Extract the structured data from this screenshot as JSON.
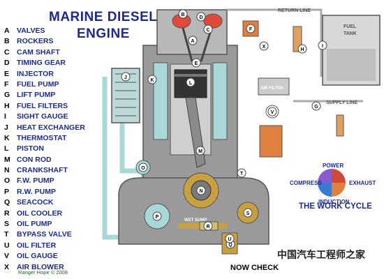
{
  "title_line1": "MARINE DIESEL",
  "title_line2": "ENGINE",
  "legend": [
    {
      "key": "A",
      "label": "VALVES"
    },
    {
      "key": "B",
      "label": "ROCKERS"
    },
    {
      "key": "C",
      "label": "CAM SHAFT"
    },
    {
      "key": "D",
      "label": "TIMING GEAR"
    },
    {
      "key": "E",
      "label": "INJECTOR"
    },
    {
      "key": "F",
      "label": "FUEL PUMP"
    },
    {
      "key": "G",
      "label": "LIFT PUMP"
    },
    {
      "key": "H",
      "label": "FUEL FILTERS"
    },
    {
      "key": "I",
      "label": "SIGHT GAUGE"
    },
    {
      "key": "J",
      "label": "HEAT EXCHANGER"
    },
    {
      "key": "K",
      "label": "THERMOSTAT"
    },
    {
      "key": "L",
      "label": "PISTON"
    },
    {
      "key": "M",
      "label": "CON ROD"
    },
    {
      "key": "N",
      "label": "CRANKSHAFT"
    },
    {
      "key": "O",
      "label": "F.W. PUMP"
    },
    {
      "key": "P",
      "label": "R.W. PUMP"
    },
    {
      "key": "Q",
      "label": "SEACOCK"
    },
    {
      "key": "R",
      "label": "OIL COOLER"
    },
    {
      "key": "S",
      "label": "OIL PUMP"
    },
    {
      "key": "T",
      "label": "BYPASS VALVE"
    },
    {
      "key": "U",
      "label": "OIL FILTER"
    },
    {
      "key": "V",
      "label": "OIL GAUGE"
    },
    {
      "key": "X",
      "label": "AIR BLOWER"
    }
  ],
  "labels": {
    "return_line": "RETURN LINE",
    "fuel_tank_1": "FUEL",
    "fuel_tank_2": "TANK",
    "supply_line": "SUPPLY LINE",
    "air_filter": "AIR FILTER",
    "wet_sump": "WET SUMP"
  },
  "cycle": {
    "title": "THE WORK CYCLE",
    "power": "POWER",
    "exhaust": "EXHAUST",
    "induction": "INDUCTION",
    "compress": "COMPRESS"
  },
  "markers": [
    "A",
    "B",
    "C",
    "D",
    "E",
    "F",
    "G",
    "H",
    "I",
    "J",
    "K",
    "L",
    "M",
    "N",
    "O",
    "P",
    "Q",
    "R",
    "S",
    "T",
    "U",
    "V",
    "X"
  ],
  "colors": {
    "engine": "#9a9a9a",
    "engine_dark": "#6e6e6e",
    "coolant": "#a8d8d8",
    "oil": "#c8a040",
    "fuel": "#e08040",
    "title": "#1e2a8a"
  },
  "credit": "Ranger Hope © 2008",
  "footer_partial": "NOW CHECK ",
  "watermark": "中国汽车工程师之家"
}
